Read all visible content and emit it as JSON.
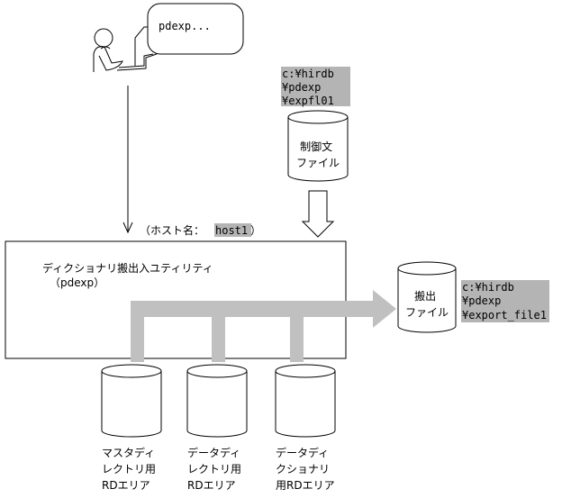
{
  "command_bubble": {
    "text": "pdexp..."
  },
  "host_label": {
    "prefix": "（ホスト名：",
    "host": "host1",
    "suffix": "）"
  },
  "utility": {
    "title": "ディクショナリ搬出入ユティリティ",
    "subtitle": "（pdexp）"
  },
  "control_file": {
    "path_lines": [
      "c:¥hirdb",
      "¥pdexp",
      "¥expfl01"
    ],
    "label_lines": [
      "制御文",
      "ファイル"
    ]
  },
  "export_file": {
    "path_lines": [
      "c:¥hirdb",
      "¥pdexp",
      "¥export_file1"
    ],
    "label_lines": [
      "搬出",
      "ファイル"
    ]
  },
  "rdareas": [
    {
      "label_lines": [
        "マスタディ",
        "レクトリ用",
        "RDエリア"
      ]
    },
    {
      "label_lines": [
        "データディ",
        "レクトリ用",
        "RDエリア"
      ]
    },
    {
      "label_lines": [
        "データディ",
        "クショナリ",
        "用RDエリア"
      ]
    }
  ],
  "colors": {
    "highlight": "#b4b4b4",
    "flow_arrow": "#c0c0c0"
  }
}
